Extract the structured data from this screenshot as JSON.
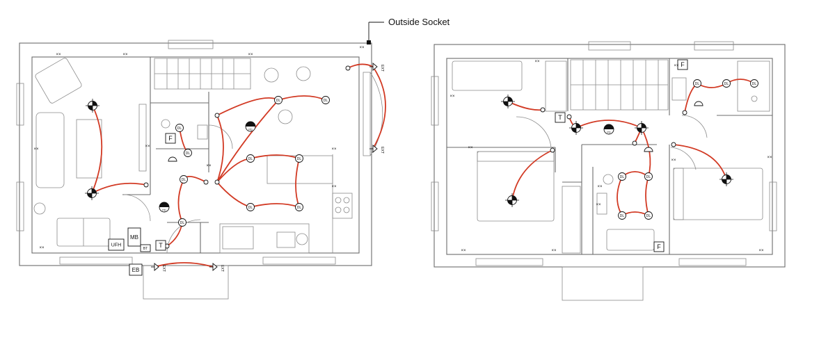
{
  "callout": {
    "outside_socket": "Outside Socket"
  },
  "symbols": {
    "downlight": "DL",
    "pendant": "PD",
    "external": "EXT",
    "fan": "F",
    "thermostat": "T",
    "meter_box": "MB",
    "underfloor_heating": "UFH",
    "bt_point": "BT",
    "earth_bond": "EB",
    "socket_double": "××"
  },
  "colors": {
    "wiring": "#d23a24",
    "walls": "#6b6b6b",
    "symbols": "#111111"
  }
}
